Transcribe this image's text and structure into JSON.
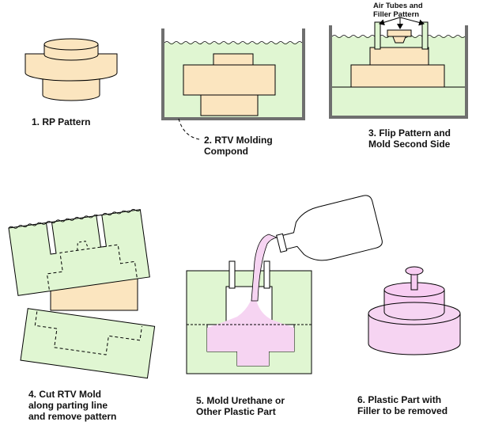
{
  "steps": [
    {
      "lines": [
        "1. RP Pattern"
      ]
    },
    {
      "lines": [
        "2. RTV Molding",
        "Compond"
      ]
    },
    {
      "lines": [
        "3. Flip Pattern and",
        "Mold Second Side"
      ]
    },
    {
      "lines": [
        "4. Cut RTV Mold",
        "along parting line",
        "and remove pattern"
      ]
    },
    {
      "lines": [
        "5. Mold Urethane or",
        "Other Plastic Part"
      ]
    },
    {
      "lines": [
        "6. Plastic Part with",
        "Filler to be removed"
      ]
    }
  ],
  "annotation": {
    "lines": [
      "Air Tubes and",
      "Filler Pattern"
    ]
  },
  "colors": {
    "pattern": "#fbe5bf",
    "mold": "#e0f6d2",
    "plastic": "#f6d4f2",
    "outline": "#000000",
    "container": "#6f6f6f",
    "part_top": "#f8cdf2"
  }
}
